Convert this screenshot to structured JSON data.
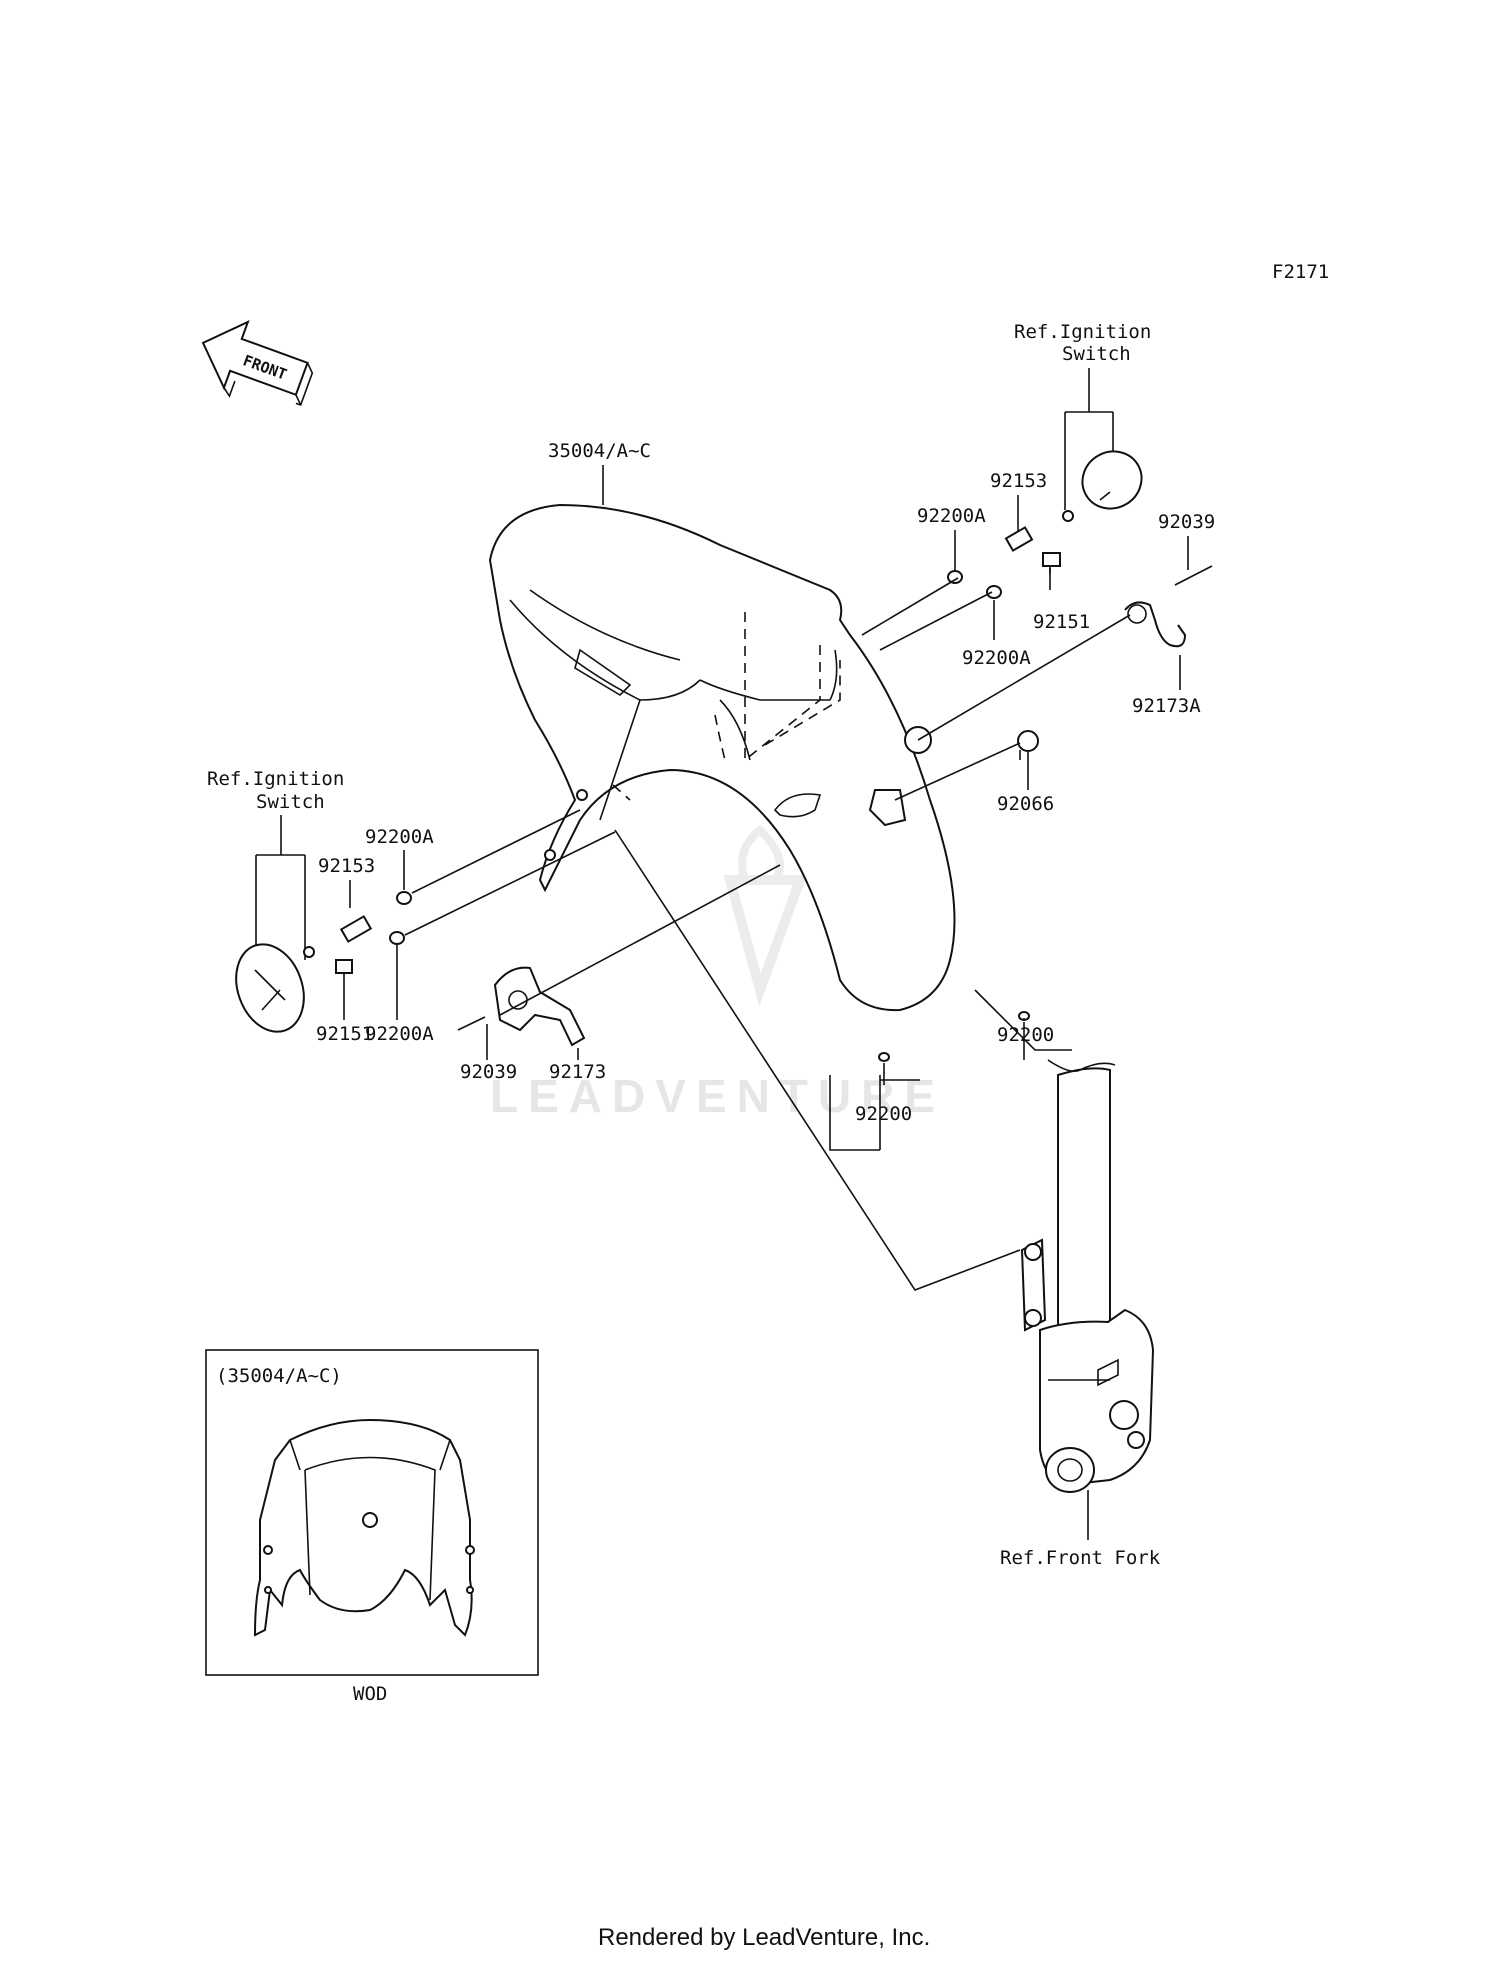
{
  "diagram_code": "F2171",
  "front_arrow_label": "FRONT",
  "watermark": "LEADVENTURE",
  "footer": "Rendered by LeadVenture, Inc.",
  "inset": {
    "title": "(35004/A~C)",
    "caption": "WOD"
  },
  "references": {
    "ignition_right_line1": "Ref.Ignition",
    "ignition_right_line2": "Switch",
    "ignition_left_line1": "Ref.Ignition",
    "ignition_left_line2": "Switch",
    "front_fork": "Ref.Front Fork"
  },
  "parts": {
    "fender": "35004/A~C",
    "r_92153": "92153",
    "r_92200A_top": "92200A",
    "r_92151": "92151",
    "r_92200A_bottom": "92200A",
    "r_92039": "92039",
    "r_92173A": "92173A",
    "r_92066": "92066",
    "r_92200": "92200",
    "c_92200": "92200",
    "l_92200A_top": "92200A",
    "l_92153": "92153",
    "l_92200A_bottom": "92200A",
    "l_92151": "92151",
    "l_92039": "92039",
    "l_92173": "92173"
  },
  "colors": {
    "line": "#111111",
    "watermark": "#e6e6e6",
    "background": "#ffffff"
  }
}
